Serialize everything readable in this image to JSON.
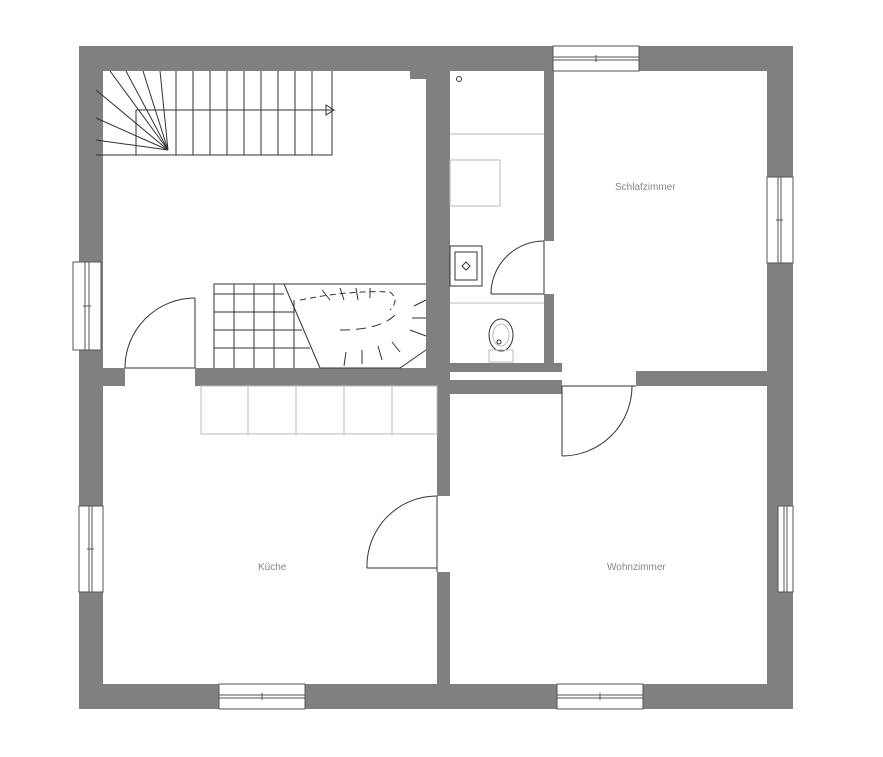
{
  "plan": {
    "rooms": [
      {
        "id": "schlafzimmer",
        "label": "Schlafzimmer"
      },
      {
        "id": "kueche",
        "label": "Küche"
      },
      {
        "id": "wohnzimmer",
        "label": "Wohnzimmer"
      }
    ],
    "colors": {
      "wall": "#808080",
      "background": "#ffffff",
      "label": "#888888",
      "line": "#333333"
    }
  }
}
